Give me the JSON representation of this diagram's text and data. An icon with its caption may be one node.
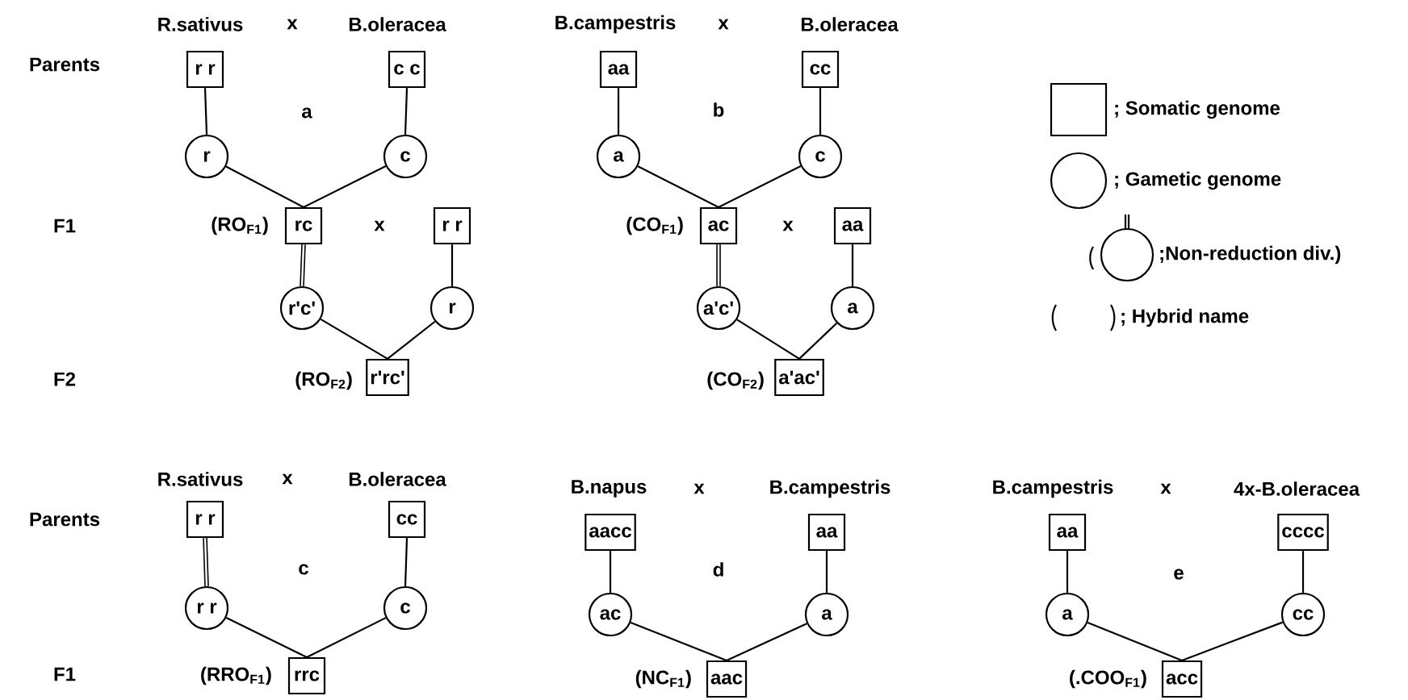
{
  "diagram": {
    "nodes": [
      {
        "text": [
          "r r"
        ],
        "beside": [
          "R.sativus"
        ]
      },
      {
        "text": [
          "c c"
        ],
        "beside": [
          "B.oleracea"
        ]
      },
      {
        "text": [
          "r"
        ]
      },
      {
        "text": [
          "c"
        ]
      },
      {
        "text": [
          "rc"
        ],
        "beside": [
          "(RO$_{F1}$)"
        ]
      },
      {
        "text": [
          "r r"
        ]
      },
      {
        "text": [
          "r'c'"
        ]
      },
      {
        "text": [
          "r"
        ]
      },
      {
        "text": [
          "r'rc'"
        ],
        "beside": [
          "(RO$_{F2}$)"
        ]
      },
      {
        "text": [
          "aa"
        ],
        "beside": [
          "B.campestris"
        ]
      },
      {
        "text": [
          "cc"
        ],
        "beside": [
          "B.oleracea"
        ]
      },
      {
        "text": [
          "a"
        ]
      },
      {
        "text": [
          "c"
        ]
      },
      {
        "text": [
          "ac"
        ],
        "beside": [
          "(CO$_{F1}$)"
        ]
      },
      {
        "text": [
          "aa"
        ]
      },
      {
        "text": [
          "a'c'"
        ]
      },
      {
        "text": [
          "a"
        ]
      },
      {
        "text": [
          "a'ac'"
        ],
        "beside": [
          "(CO$_{F2}$)"
        ]
      },
      {
        "text": [
          "r r"
        ],
        "beside": [
          "R.sativus"
        ]
      },
      {
        "text": [
          "cc"
        ],
        "beside": [
          "B.oleracea"
        ]
      },
      {
        "text": [
          "r r"
        ]
      },
      {
        "text": [
          "c"
        ]
      },
      {
        "text": [
          "rrc"
        ],
        "beside": [
          "(RRO$_{F1}$)"
        ]
      },
      {
        "text": [
          "aacc"
        ],
        "beside": [
          "B.napus"
        ]
      },
      {
        "text": [
          "aa"
        ],
        "beside": [
          "B.campestris"
        ]
      },
      {
        "text": [
          "ac"
        ]
      },
      {
        "text": [
          "a"
        ]
      },
      {
        "text": [
          "aac"
        ],
        "beside": [
          "(NC$_{F1}$)"
        ]
      },
      {
        "text": [
          "aa"
        ],
        "beside": [
          "B.campestris"
        ]
      },
      {
        "text": [
          "cccc"
        ],
        "beside": [
          "4x-B.oleracea"
        ]
      },
      {
        "text": [
          "a"
        ]
      },
      {
        "text": [
          "cc"
        ]
      },
      {
        "text": [
          "acc"
        ],
        "beside": [
          "(.COO$_{F1}$)"
        ]
      }
    ],
    "edges": [
      {
        "from": 0,
        "to": 2,
        "arrow": "none"
      },
      {
        "from": 1,
        "to": 3,
        "arrow": "none"
      },
      {
        "from": 2,
        "to": 4,
        "arrow": "none"
      },
      {
        "from": 3,
        "to": 4,
        "arrow": "none"
      },
      {
        "from": 4,
        "to": 6,
        "arrow": "none",
        "style": "thick"
      },
      {
        "from": 5,
        "to": 7,
        "arrow": "none"
      },
      {
        "from": 6,
        "to": 8,
        "arrow": "none"
      },
      {
        "from": 7,
        "to": 8,
        "arrow": "none"
      },
      {
        "from": 9,
        "to": 11,
        "arrow": "none"
      },
      {
        "from": 10,
        "to": 12,
        "arrow": "none"
      },
      {
        "from": 11,
        "to": 13,
        "arrow": "none"
      },
      {
        "from": 12,
        "to": 13,
        "arrow": "none"
      },
      {
        "from": 13,
        "to": 15,
        "arrow": "none",
        "style": "thick"
      },
      {
        "from": 14,
        "to": 16,
        "arrow": "none"
      },
      {
        "from": 15,
        "to": 17,
        "arrow": "none"
      },
      {
        "from": 16,
        "to": 17,
        "arrow": "none"
      },
      {
        "from": 18,
        "to": 20,
        "arrow": "none",
        "style": "thick"
      },
      {
        "from": 19,
        "to": 21,
        "arrow": "none"
      },
      {
        "from": 20,
        "to": 22,
        "arrow": "none"
      },
      {
        "from": 21,
        "to": 22,
        "arrow": "none"
      },
      {
        "from": 23,
        "to": 25,
        "arrow": "none"
      },
      {
        "from": 24,
        "to": 26,
        "arrow": "none"
      },
      {
        "from": 25,
        "to": 27,
        "arrow": "none"
      },
      {
        "from": 26,
        "to": 27,
        "arrow": "none"
      },
      {
        "from": 28,
        "to": 30,
        "arrow": "none"
      },
      {
        "from": 29,
        "to": 31,
        "arrow": "none"
      },
      {
        "from": 30,
        "to": 32,
        "arrow": "none"
      },
      {
        "from": 31,
        "to": 32,
        "arrow": "none"
      }
    ],
    "labels": [
      "x",
      "x",
      "Parents",
      "a",
      "b",
      "F1",
      "x",
      "x",
      "F2",
      "x",
      "x",
      "x",
      "Parents",
      "c",
      "d",
      "e",
      "F1"
    ],
    "legend": [
      {
        "text": "; Somatic genome"
      },
      {
        "text": "; Gametic genome"
      },
      {
        "text": ";Non-reduction div.)"
      },
      {
        "text": "; Hybrid name"
      }
    ]
  }
}
